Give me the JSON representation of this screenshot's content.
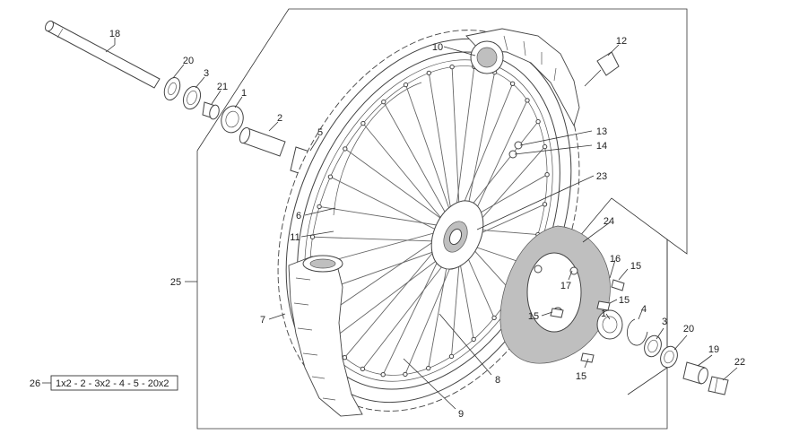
{
  "callouts": [
    {
      "id": "c18",
      "text": "18"
    },
    {
      "id": "c20a",
      "text": "20"
    },
    {
      "id": "c3a",
      "text": "3"
    },
    {
      "id": "c21",
      "text": "21"
    },
    {
      "id": "c1a",
      "text": "1"
    },
    {
      "id": "c2",
      "text": "2"
    },
    {
      "id": "c5",
      "text": "5"
    },
    {
      "id": "c10",
      "text": "10"
    },
    {
      "id": "c12",
      "text": "12"
    },
    {
      "id": "c13",
      "text": "13"
    },
    {
      "id": "c14",
      "text": "14"
    },
    {
      "id": "c23",
      "text": "23"
    },
    {
      "id": "c6",
      "text": "6"
    },
    {
      "id": "c11",
      "text": "11"
    },
    {
      "id": "c24",
      "text": "24"
    },
    {
      "id": "c25",
      "text": "25"
    },
    {
      "id": "c16",
      "text": "16"
    },
    {
      "id": "c15a",
      "text": "15"
    },
    {
      "id": "c17",
      "text": "17"
    },
    {
      "id": "c15b",
      "text": "15"
    },
    {
      "id": "c1b",
      "text": "1"
    },
    {
      "id": "c4",
      "text": "4"
    },
    {
      "id": "c15c",
      "text": "15"
    },
    {
      "id": "c7",
      "text": "7"
    },
    {
      "id": "c3b",
      "text": "3"
    },
    {
      "id": "c20b",
      "text": "20"
    },
    {
      "id": "c19",
      "text": "19"
    },
    {
      "id": "c22",
      "text": "22"
    },
    {
      "id": "c15d",
      "text": "15"
    },
    {
      "id": "c8",
      "text": "8"
    },
    {
      "id": "c9",
      "text": "9"
    },
    {
      "id": "c26",
      "text": "26"
    }
  ],
  "kit": {
    "number": "26",
    "contents": "1x2  - 2 - 3x2 - 4 - 5 - 20x2"
  }
}
